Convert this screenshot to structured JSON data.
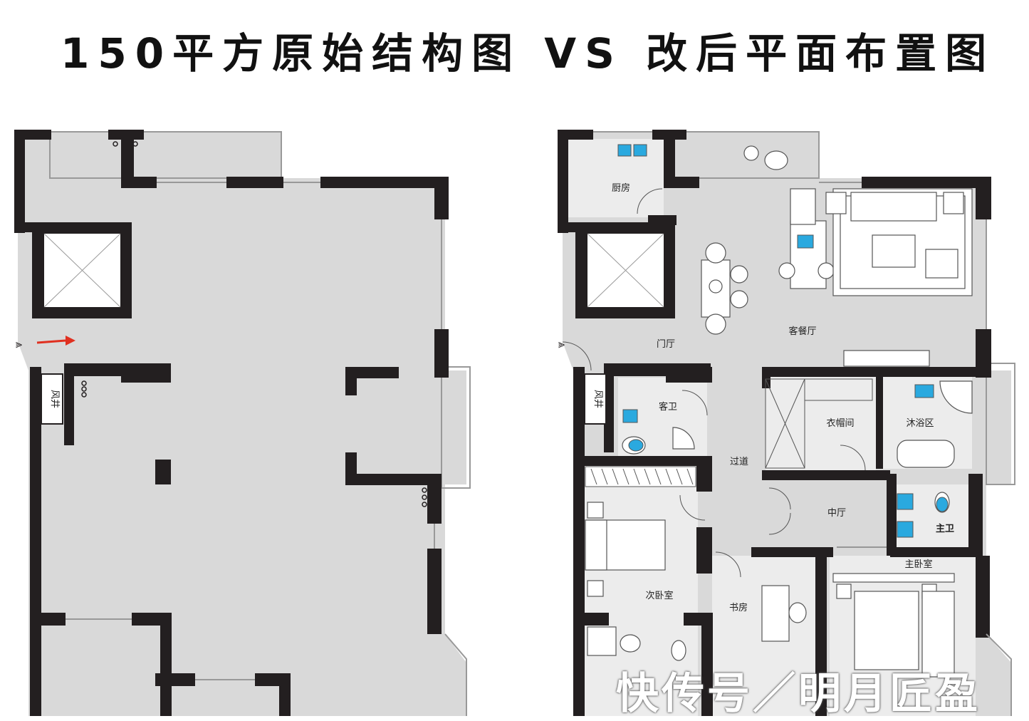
{
  "title": "150平方原始结构图 VS 改后平面布置图",
  "original_plan": {
    "labels": {
      "vent_shaft": "风井"
    }
  },
  "renovated_plan": {
    "labels": {
      "kitchen": "厨房",
      "foyer": "门厅",
      "living_dining": "客餐厅",
      "guest_bath": "客卫",
      "vent_shaft": "风井",
      "cloakroom": "衣帽间",
      "shower_area": "沐浴区",
      "corridor": "过道",
      "middle_hall": "中厅",
      "master_bath": "主卫",
      "master_bedroom": "主卧室",
      "second_bedroom": "次卧室",
      "study": "书房"
    }
  },
  "watermark": "快传号／明月匠盈",
  "colors": {
    "wall": "#231f20",
    "floor": "#d9d9d9",
    "arrow": "#e03020",
    "fixture": "#2aa9df"
  }
}
